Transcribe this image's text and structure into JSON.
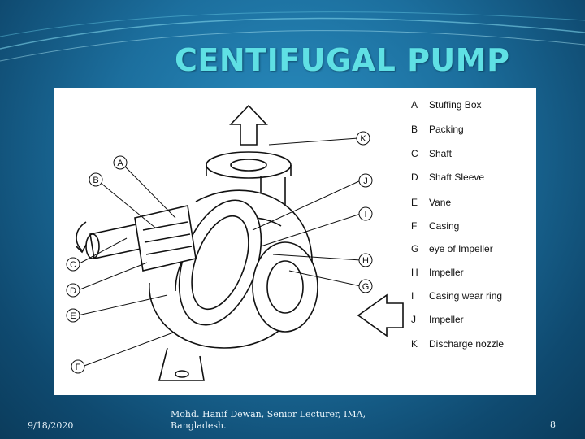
{
  "slide": {
    "title": "CENTIFUGAL PUMP",
    "date": "9/18/2020",
    "author": "Mohd. Hanif Dewan, Senior Lecturer, IMA, Bangladesh.",
    "page_number": "8"
  },
  "colors": {
    "title": "#5fe0e4",
    "background": "#1c6f9e",
    "footer_text": "#e9f4fa"
  },
  "diagram": {
    "callout_labels": [
      "A",
      "B",
      "C",
      "D",
      "E",
      "F",
      "G",
      "H",
      "I",
      "J",
      "K"
    ],
    "legend": [
      {
        "letter": "A",
        "label": "Stuffing Box"
      },
      {
        "letter": "B",
        "label": "Packing"
      },
      {
        "letter": "C",
        "label": "Shaft"
      },
      {
        "letter": "D",
        "label": "Shaft Sleeve"
      },
      {
        "letter": "E",
        "label": "Vane"
      },
      {
        "letter": "F",
        "label": "Casing"
      },
      {
        "letter": "G",
        "label": "eye of Impeller"
      },
      {
        "letter": "H",
        "label": "Impeller"
      },
      {
        "letter": "I",
        "label": "Casing wear ring"
      },
      {
        "letter": "J",
        "label": "Impeller"
      },
      {
        "letter": "K",
        "label": "Discharge nozzle"
      }
    ]
  }
}
